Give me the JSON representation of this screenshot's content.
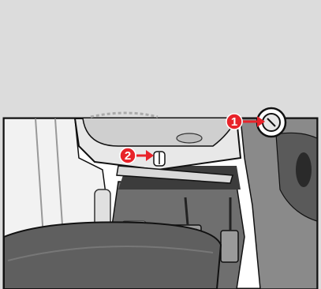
{
  "illustration": {
    "background_color": "#dcdcdc",
    "callout_color": "#e8232a",
    "callouts": [
      {
        "id": 1,
        "label": "1",
        "target": "gas-cap-release"
      },
      {
        "id": 2,
        "label": "2",
        "target": "hood-release-lever"
      }
    ]
  }
}
